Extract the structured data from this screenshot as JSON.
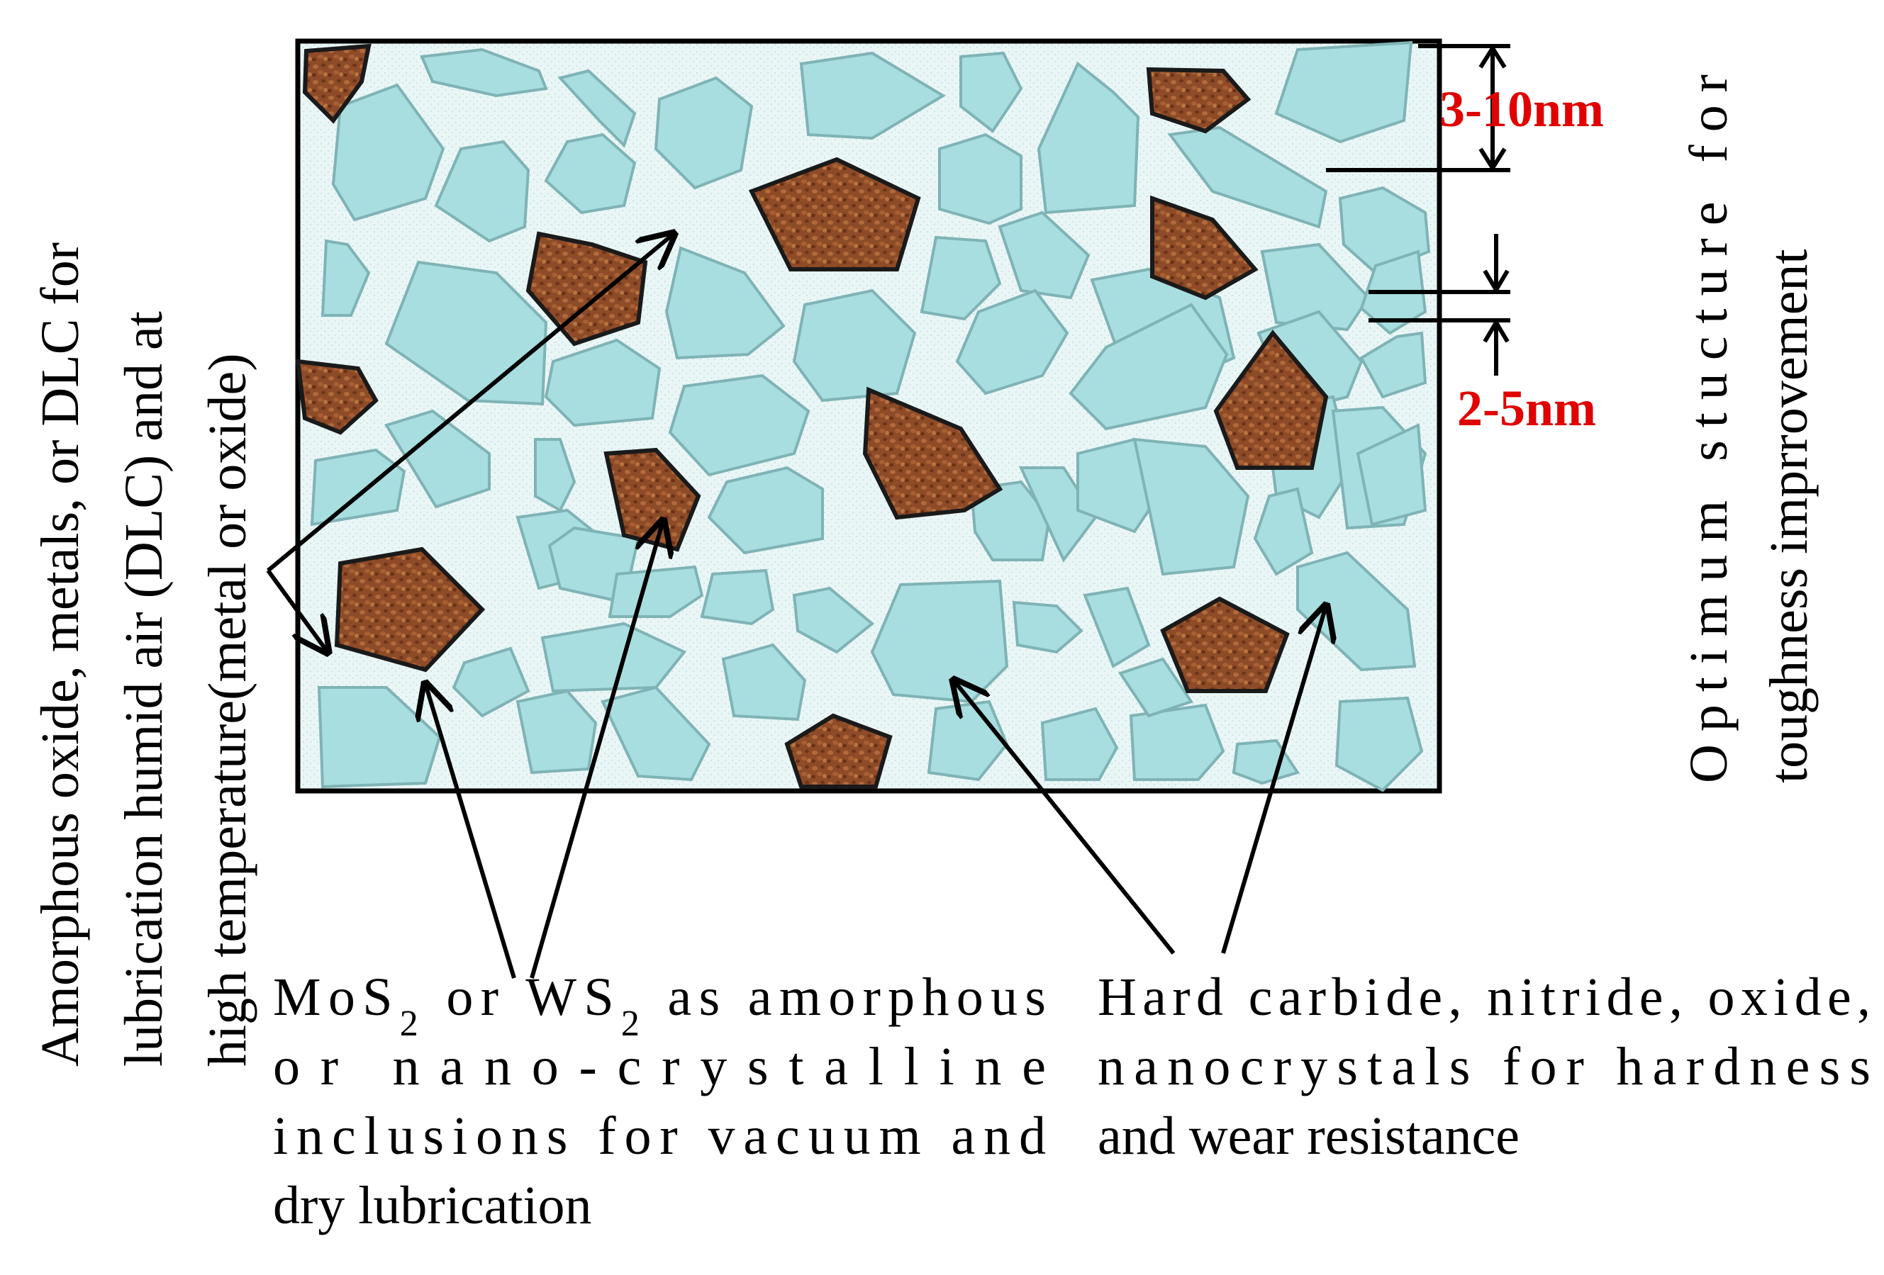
{
  "dimensions": {
    "large": "3-10nm",
    "small": "2-5nm"
  },
  "captions": {
    "left_vertical": [
      "Amorphous oxide, metals, or DLC for",
      "lubrication humid air (DLC) and at",
      "high temperature(metal or oxide)"
    ],
    "right_vertical": [
      "Optimum stucture for",
      "toughness imprrovement"
    ],
    "mos2": {
      "line1_mo": "MoS",
      "line1_sub1": "2",
      "line1_or": " or WS",
      "line1_sub2": "2",
      "line1_rest": " as amorphous",
      "line2": "or nano-crystalline",
      "line3": "inclusions for vacuum and",
      "line4": "dry lubrication"
    },
    "hard": [
      "Hard carbide, nitride, oxide,",
      "nanocrystals for hardness",
      "and wear resistance"
    ]
  },
  "colors": {
    "matrix": "#e6f3f3",
    "nanocrystal": "#a9dee0",
    "inclusion": "#8b4a2b",
    "dimension_text": "#e00000"
  }
}
